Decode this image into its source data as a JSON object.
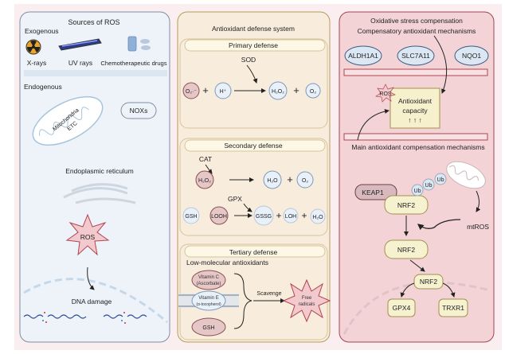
{
  "colors": {
    "sources_panel": "#eef3fa",
    "defense_panel": "#f8ecdc",
    "compensation_panel": "#f4d3d6",
    "ros_star": "#f2c9cc",
    "nrf2_fill": "#f6f1cf",
    "molecule_blue": "#e8f0fa",
    "molecule_pink": "#e6c7c7"
  },
  "sources": {
    "title": "Sources of ROS",
    "exogenous_label": "Exogenous",
    "exogenous_items": [
      {
        "label": "X-rays",
        "icon": "radiation-icon"
      },
      {
        "label": "UV rays",
        "icon": "uv-lamp-icon"
      },
      {
        "label": "Chemotherapeutic drugs",
        "icon": "pill-bottle-icon"
      }
    ],
    "endogenous_label": "Endogenous",
    "mitochondria_line1": "Mitochondria",
    "mitochondria_line2": "ETC",
    "noxs": "NOXs",
    "er": "Endoplasmic reticulum",
    "ros": "ROS",
    "dna_damage": "DNA damage"
  },
  "defense": {
    "title": "Antioxidant defense system",
    "primary": {
      "header": "Primary defense",
      "enzyme": "SOD",
      "reactant1": "O₂·⁻",
      "reactant2": "H⁺",
      "product1": "H₂O₂",
      "product2": "O₂",
      "plus": "+"
    },
    "secondary": {
      "header": "Secondary defense",
      "cat_enzyme": "CAT",
      "cat_reactant": "H₂O₂",
      "cat_product1": "H₂O",
      "cat_product2": "O₂",
      "gpx_enzyme": "GPX",
      "gpx_reactant1": "GSH",
      "gpx_reactant2": "LOOH",
      "gpx_product1": "GSSG",
      "gpx_product2": "LOH",
      "gpx_product3": "H₂O",
      "plus": "+"
    },
    "tertiary": {
      "header": "Tertiary defense",
      "subtitle": "Low-molecular antioxidants",
      "vitc_line1": "Vitamin C",
      "vitc_line2": "(Ascorbate)",
      "vite_line1": "Vitamin E",
      "vite_line2": "(α-tocopherol)",
      "gsh": "GSH",
      "scavenge": "Scavenge",
      "free_line1": "Free",
      "free_line2": "radicals"
    }
  },
  "compensation": {
    "title_line1": "Oxidative stress compensation",
    "title_line2": "Compensatory antioxidant mechanisms",
    "enzymes": [
      "ALDH1A1",
      "SLC7A11",
      "NQO1"
    ],
    "ros": "ROS",
    "capacity_line1": "Antioxidant",
    "capacity_line2": "capacity",
    "capacity_arrows": "↑ ↑ ↑",
    "main_title": "Main antioxidant compensation mechanisms",
    "keap1": "KEAP1",
    "nrf2": "NRF2",
    "ub": "Ub",
    "mtros": "mtROS",
    "gpx4": "GPX4",
    "trxr1": "TRXR1"
  }
}
